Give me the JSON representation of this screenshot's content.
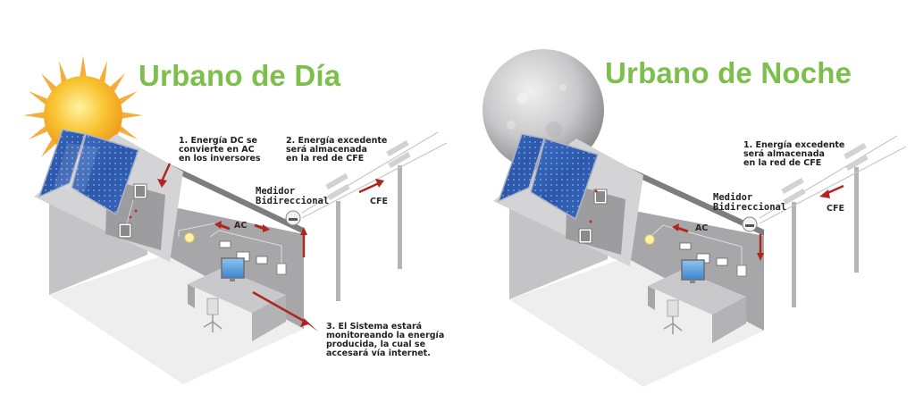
{
  "colors": {
    "title_green": "#7cbf4a",
    "arrow_red": "#b0261e",
    "wall_gray": "#a9a9ab",
    "floor_light": "#ededed",
    "panel_blue": "#2f5fb3",
    "sun_yellow": "#f6b622",
    "moon_gray": "#c9c9cb"
  },
  "day": {
    "title": "Urbano de Día",
    "sky_icon": "sun-icon",
    "notes": {
      "step1": "1. Energía DC se\nconvierte en AC\nen los inversores",
      "step2": "2. Energía excedente\nserá almacenada\nen la red de CFE",
      "step3": "3. El Sistema estará\nmonitoreando la energía\nproducida, la cual se\naccesará vía internet."
    },
    "meter_label": "Medidor\nBidireccional",
    "ac_label": "AC",
    "grid_label": "CFE",
    "grid_flow": "to-grid"
  },
  "night": {
    "title": "Urbano de Noche",
    "sky_icon": "moon-icon",
    "notes": {
      "step1": "1. Energía excedente\nserá almacenada\nen la red de CFE"
    },
    "meter_label": "Medidor\nBidireccional",
    "ac_label": "AC",
    "grid_label": "CFE",
    "grid_flow": "from-grid"
  }
}
